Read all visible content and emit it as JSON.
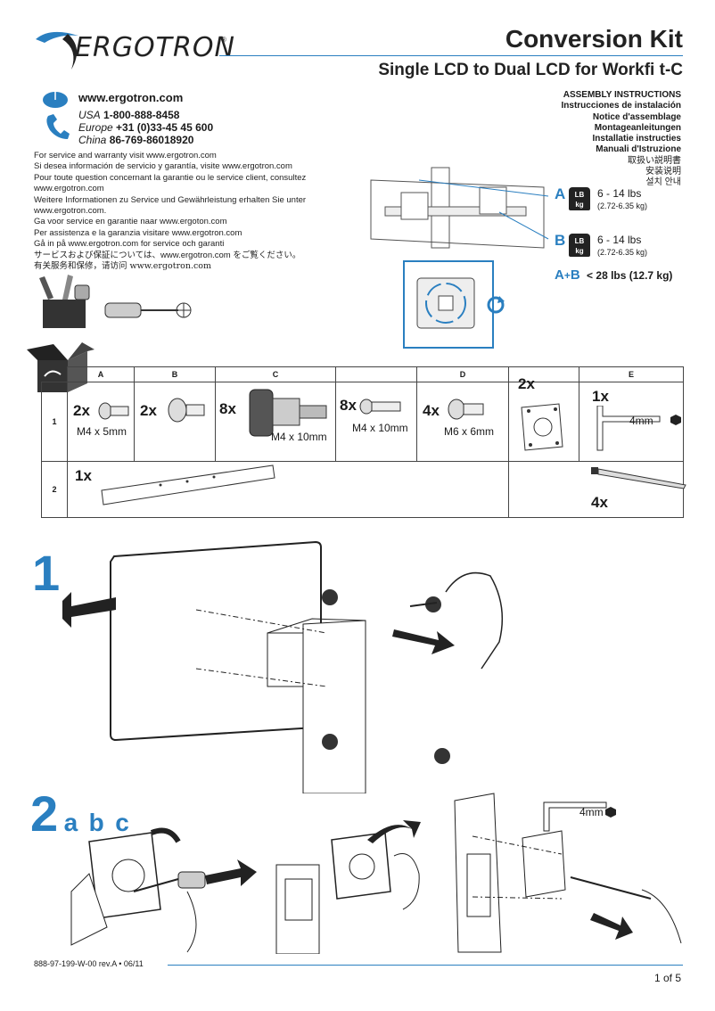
{
  "brand": {
    "name": "ERGOTRON",
    "reg": "®"
  },
  "header": {
    "title": "Conversion Kit",
    "subtitle": "Single LCD to Dual LCD for Workfi t-C"
  },
  "contact": {
    "web": "www.ergotron.com",
    "usa_label": "USA",
    "usa_phone": "1-800-888-8458",
    "europe_label": "Europe",
    "europe_phone": "+31 (0)33-45 45 600",
    "china_label": "China",
    "china_phone": "86-769-86018920"
  },
  "service_lines": [
    "For service and warranty visit www.ergotron.com",
    "Si desea información de servicio y garantía, visite www.ergotron.com",
    "Pour toute question concernant la garantie ou le service client, consultez www.ergotron.com",
    "Weitere Informationen zu Service und Gewährleistung erhalten Sie unter www.ergotron.com.",
    "Ga voor service en garantie naar www.ergoton.com",
    "Per assistenza e la garanzia visitare www.ergotron.com",
    "Gå in på www.ergotron.com for service och garanti",
    "サービスおよび保証については、www.ergotron.com をご覧ください。",
    "有关服务和保修，请访问 www.ergotron.com"
  ],
  "languages": [
    "ASSEMBLY INSTRUCTIONS",
    "Instrucciones de instalación",
    "Notice d'assemblage",
    "Montageanleitungen",
    "Installatie instructies",
    "Manuali d'Istruzione",
    "取扱い説明書",
    "安装说明",
    "설치 안내"
  ],
  "weights": {
    "a_letter": "A",
    "a_range": "6 - 14 lbs",
    "a_metric": "(2.72-6.35 kg)",
    "b_letter": "B",
    "b_range": "6 - 14 lbs",
    "b_metric": "(2.72-6.35 kg)",
    "lb": "LB",
    "kg": "kg",
    "ab_a": "A",
    "ab_plus": "+",
    "ab_b": "B",
    "ab_value": "< 28 lbs (12.7 kg)"
  },
  "parts_table": {
    "headers": [
      "A",
      "B",
      "C",
      "",
      "D",
      "",
      "E"
    ],
    "row1_no": "1",
    "row2_no": "2",
    "a_qty": "2x",
    "a_label": "M4 x 5mm",
    "b_qty": "2x",
    "c_qty": "8x",
    "c_label": "M4 x 10mm",
    "c2_qty": "8x",
    "c2_label": "M4 x 10mm",
    "d_qty": "4x",
    "d_label": "M6 x 6mm",
    "d2_qty": "2x",
    "e_qty": "1x",
    "e_label": "4mm",
    "r2_qty": "1x",
    "r2_tie_qty": "4x"
  },
  "steps": {
    "s1": "1",
    "s2": "2",
    "s2_a": "a",
    "s2_b": "b",
    "s2_c": "c",
    "allen_label": "4mm"
  },
  "footer": {
    "code": "888-97-199-W-00 rev.A • 06/11",
    "page": "1 of 5"
  },
  "colors": {
    "accent": "#2a7fc0",
    "dark": "#222222"
  }
}
